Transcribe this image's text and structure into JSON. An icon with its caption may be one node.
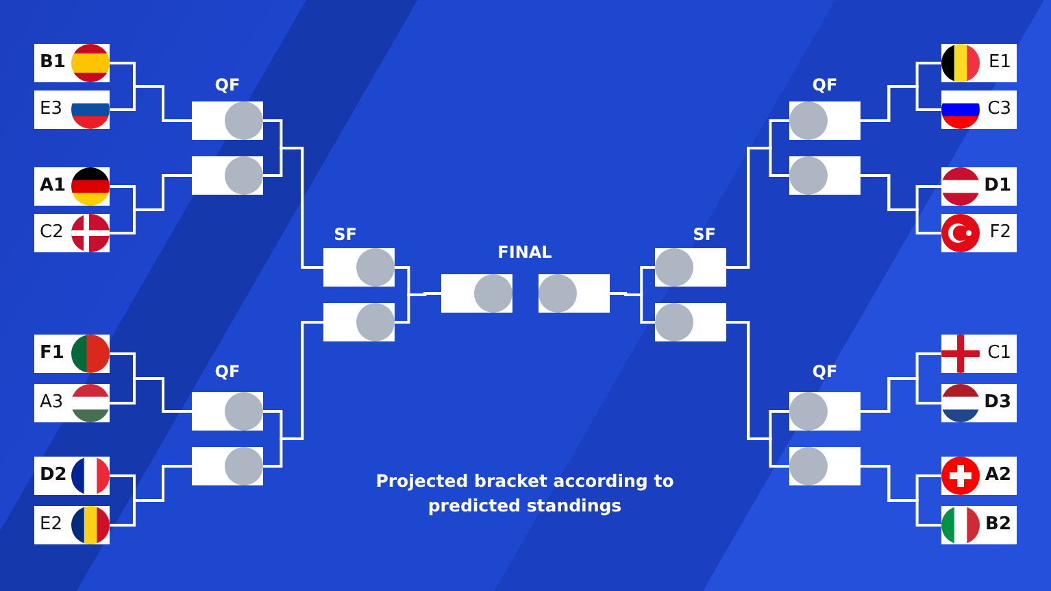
{
  "diagram": {
    "caption": "Projected bracket according to predicted standings",
    "nodes": [
      {
        "text": [
          "B1"
        ]
      },
      {
        "text": [
          "E3"
        ]
      },
      {
        "text": [
          "A1"
        ]
      },
      {
        "text": [
          "C2"
        ]
      },
      {
        "text": [
          "F1"
        ]
      },
      {
        "text": [
          "A3"
        ]
      },
      {
        "text": [
          "D2"
        ]
      },
      {
        "text": [
          "E2"
        ]
      },
      {
        "text": [],
        "shape": "box"
      },
      {
        "text": [],
        "shape": "box"
      },
      {
        "text": [],
        "shape": "box"
      },
      {
        "text": [],
        "shape": "box"
      },
      {
        "text": [],
        "shape": "box"
      },
      {
        "text": [],
        "shape": "box"
      },
      {
        "text": [],
        "shape": "box"
      },
      {
        "text": [],
        "shape": "box"
      },
      {
        "text": [],
        "shape": "box"
      },
      {
        "text": [],
        "shape": "box"
      },
      {
        "text": [],
        "shape": "box"
      },
      {
        "text": [],
        "shape": "box"
      },
      {
        "text": [],
        "shape": "box"
      },
      {
        "text": [],
        "shape": "box"
      },
      {
        "text": [
          "E1"
        ]
      },
      {
        "text": [
          "C3"
        ]
      },
      {
        "text": [
          "D1"
        ]
      },
      {
        "text": [
          "F2"
        ]
      },
      {
        "text": [
          "C1"
        ]
      },
      {
        "text": [
          "D3"
        ]
      },
      {
        "text": [
          "A2"
        ]
      },
      {
        "text": [
          "B2"
        ]
      }
    ],
    "edges": [
      {
        "from": 0,
        "to": 8,
        "arrow": "none"
      },
      {
        "from": 1,
        "to": 8,
        "arrow": "none"
      },
      {
        "from": 2,
        "to": 9,
        "arrow": "none"
      },
      {
        "from": 3,
        "to": 9,
        "arrow": "none"
      },
      {
        "from": 4,
        "to": 10,
        "arrow": "none"
      },
      {
        "from": 5,
        "to": 10,
        "arrow": "none"
      },
      {
        "from": 6,
        "to": 11,
        "arrow": "none"
      },
      {
        "from": 7,
        "to": 11,
        "arrow": "none"
      },
      {
        "from": 8,
        "to": 12,
        "arrow": "none"
      },
      {
        "from": 9,
        "to": 12,
        "arrow": "none"
      },
      {
        "from": 10,
        "to": 13,
        "arrow": "none"
      },
      {
        "from": 11,
        "to": 13,
        "arrow": "none"
      },
      {
        "from": 12,
        "to": 14,
        "arrow": "none"
      },
      {
        "from": 13,
        "to": 14,
        "arrow": "none"
      },
      {
        "from": 16,
        "to": 15,
        "arrow": "none"
      },
      {
        "from": 17,
        "to": 15,
        "arrow": "none"
      },
      {
        "from": 18,
        "to": 16,
        "arrow": "none"
      },
      {
        "from": 19,
        "to": 16,
        "arrow": "none"
      },
      {
        "from": 20,
        "to": 17,
        "arrow": "none"
      },
      {
        "from": 21,
        "to": 17,
        "arrow": "none"
      },
      {
        "from": 22,
        "to": 18,
        "arrow": "none"
      },
      {
        "from": 23,
        "to": 18,
        "arrow": "none"
      },
      {
        "from": 24,
        "to": 19,
        "arrow": "none"
      },
      {
        "from": 25,
        "to": 19,
        "arrow": "none"
      },
      {
        "from": 26,
        "to": 20,
        "arrow": "none"
      },
      {
        "from": 27,
        "to": 20,
        "arrow": "none"
      },
      {
        "from": 28,
        "to": 21,
        "arrow": "none"
      },
      {
        "from": 29,
        "to": 21,
        "arrow": "none"
      }
    ],
    "labels": [
      "QF",
      "QF",
      "SF",
      "FINAL",
      "SF",
      "QF",
      "QF"
    ]
  }
}
